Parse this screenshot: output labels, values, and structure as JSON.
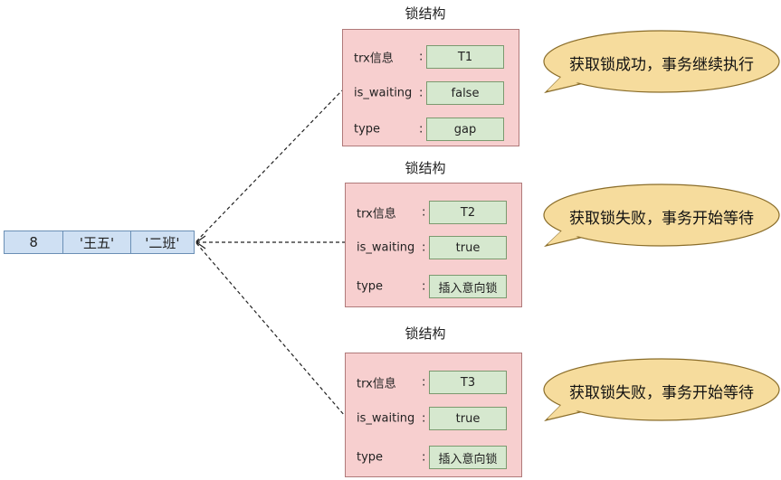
{
  "record": {
    "cells": [
      "8",
      "'王五'",
      "'二班'"
    ]
  },
  "locks": [
    {
      "title": "锁结构",
      "fields": [
        {
          "label": "trx信息",
          "colon": ":",
          "value": "T1"
        },
        {
          "label": "is_waiting",
          "colon": ":",
          "value": "false"
        },
        {
          "label": "type",
          "colon": ":",
          "value": "gap"
        }
      ],
      "bubble": "获取锁成功，事务继续执行"
    },
    {
      "title": "锁结构",
      "fields": [
        {
          "label": "trx信息",
          "colon": ":",
          "value": "T2"
        },
        {
          "label": "is_waiting",
          "colon": ":",
          "value": "true"
        },
        {
          "label": "type",
          "colon": ":",
          "value": "插入意向锁"
        }
      ],
      "bubble": "获取锁失败，事务开始等待"
    },
    {
      "title": "锁结构",
      "fields": [
        {
          "label": "trx信息",
          "colon": ":",
          "value": "T3"
        },
        {
          "label": "is_waiting",
          "colon": ":",
          "value": "true"
        },
        {
          "label": "type",
          "colon": ":",
          "value": "插入意向锁"
        }
      ],
      "bubble": "获取锁失败，事务开始等待"
    }
  ],
  "colors": {
    "record_fill": "#cfe0f3",
    "lock_fill": "#f7cfcf",
    "value_fill": "#d6e8cf",
    "bubble_fill": "#f6dc9d"
  }
}
